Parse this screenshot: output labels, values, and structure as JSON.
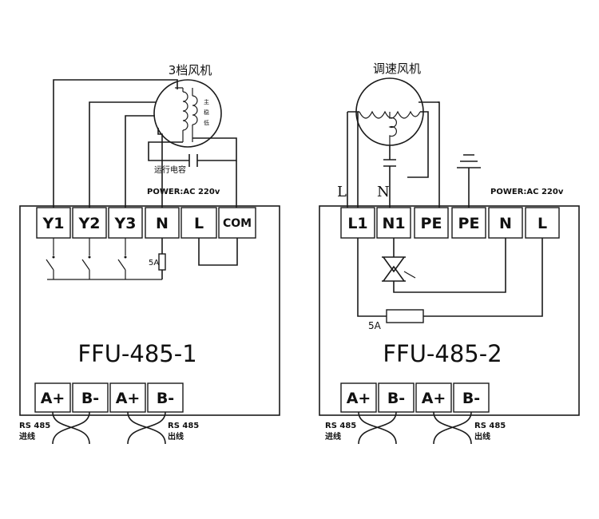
{
  "left": {
    "title": "3档风机",
    "motor_labels": [
      "主",
      "稳",
      "低"
    ],
    "capacitor_label": "运行电容",
    "power_label": "POWER:AC 220v",
    "terminals": [
      "Y1",
      "Y2",
      "Y3",
      "N",
      "L",
      "COM"
    ],
    "fuse_label": "5A",
    "model": "FFU-485-1",
    "rs485_terminals": [
      "A+",
      "B-",
      "A+",
      "B-"
    ],
    "rs485_in": [
      "RS 485",
      "进线"
    ],
    "rs485_out": [
      "RS 485",
      "出线"
    ]
  },
  "right": {
    "title": "调速风机",
    "wire_labels": [
      "L",
      "N"
    ],
    "power_label": "POWER:AC 220v",
    "terminals": [
      "L1",
      "N1",
      "PE",
      "PE",
      "N",
      "L"
    ],
    "fuse_label": "5A",
    "model": "FFU-485-2",
    "rs485_terminals": [
      "A+",
      "B-",
      "A+",
      "B-"
    ],
    "rs485_in": [
      "RS 485",
      "进线"
    ],
    "rs485_out": [
      "RS 485",
      "出线"
    ]
  }
}
